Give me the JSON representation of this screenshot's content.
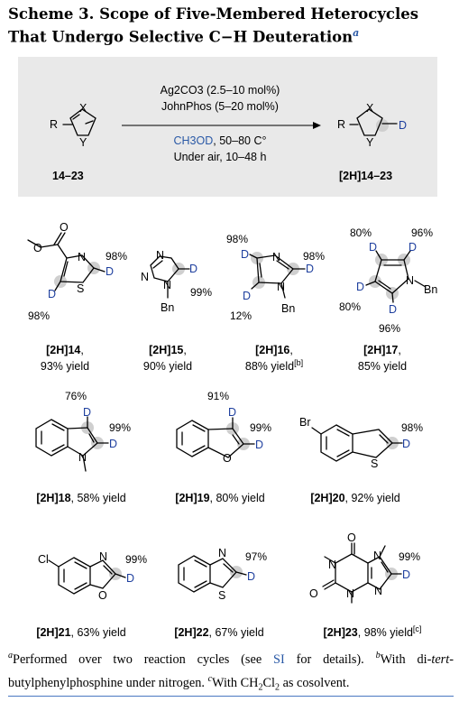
{
  "title": {
    "text": "Scheme 3. Scope of Five-Membered Heterocycles That Undergo Selective C−H Deuteration",
    "marker": "a"
  },
  "colors": {
    "deuterium": "#1e3f9e",
    "highlight": "#cfcfcf",
    "panel": "#e9e9e9",
    "link": "#2a59a6"
  },
  "reaction": {
    "catalyst": "Ag2CO3 (2.5–10 mol%)",
    "ligand": "JohnPhos (5–20 mol%)",
    "solvent_d": "CH3OD",
    "temperature": ", 50–80 C°",
    "atmosphere": "Under air, 10–48 h",
    "sm_label": "14–23",
    "product_label": "[2H]14–23",
    "sm_labels": {
      "R": "R",
      "X": "X",
      "Y": "Y"
    }
  },
  "compounds": [
    {
      "id": "[2H]14",
      "yield": "93% yield",
      "d_incorporation": [
        "98%",
        "98%"
      ]
    },
    {
      "id": "[2H]15",
      "yield": "90% yield",
      "d_incorporation": [
        "99%"
      ]
    },
    {
      "id": "[2H]16",
      "yield": "88% yield",
      "note": "[b]",
      "d_incorporation": [
        "98%",
        "98%",
        "12%"
      ]
    },
    {
      "id": "[2H]17",
      "yield": "85% yield",
      "d_incorporation": [
        "80%",
        "96%",
        "80%",
        "96%"
      ]
    },
    {
      "id": "[2H]18",
      "yield": "58% yield",
      "d_incorporation": [
        "76%",
        "99%"
      ]
    },
    {
      "id": "[2H]19",
      "yield": "80% yield",
      "d_incorporation": [
        "91%",
        "99%"
      ]
    },
    {
      "id": "[2H]20",
      "yield": "92% yield",
      "d_incorporation": [
        "98%"
      ]
    },
    {
      "id": "[2H]21",
      "yield": "63% yield",
      "d_incorporation": [
        "99%"
      ]
    },
    {
      "id": "[2H]22",
      "yield": "67% yield",
      "d_incorporation": [
        "97%"
      ]
    },
    {
      "id": "[2H]23",
      "yield": "98% yield",
      "note": "[c]",
      "d_incorporation": [
        "99%"
      ]
    }
  ],
  "atoms": {
    "N": "N",
    "O": "O",
    "S": "S",
    "D": "D",
    "Br": "Br",
    "Cl": "Cl",
    "Bn": "Bn"
  },
  "footnotes": {
    "a_text": "Performed over two reaction cycles (see ",
    "si": "SI",
    "a_end": " for details). ",
    "b_text": "With di-",
    "b_tert": "tert",
    "b_rest": "-butylphenylphosphine under nitrogen. ",
    "c_text": "With CH",
    "c_sub": "2",
    "c_mid": "Cl",
    "c_sub2": "2",
    "c_end": " as cosolvent."
  }
}
